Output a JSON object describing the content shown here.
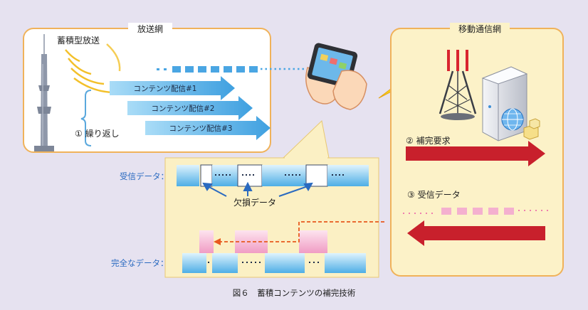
{
  "broadcast": {
    "title": "放送網",
    "storage_label": "蓄積型放送",
    "repeat_label": "① 繰り返し",
    "contents": [
      "コンテンツ配信#1",
      "コンテンツ配信#2",
      "コンテンツ配信#3"
    ]
  },
  "mobile": {
    "title": "移動通信網",
    "request_label": "② 補完要求",
    "received_label": "③ 受信データ"
  },
  "detail": {
    "received_label": "受信データ：",
    "missing_label": "欠損データ",
    "complete_label": "完全なデータ："
  },
  "caption": "図６　蓄積コンテンツの補完技術",
  "colors": {
    "background": "#e6e2f0",
    "panel_border": "#f0b25a",
    "broadcast_arrow": "#5bb0e8",
    "request_arrow": "#c8202c",
    "pink_block": "#f4b0cf",
    "mobile_panel": "#fcf2c8"
  }
}
